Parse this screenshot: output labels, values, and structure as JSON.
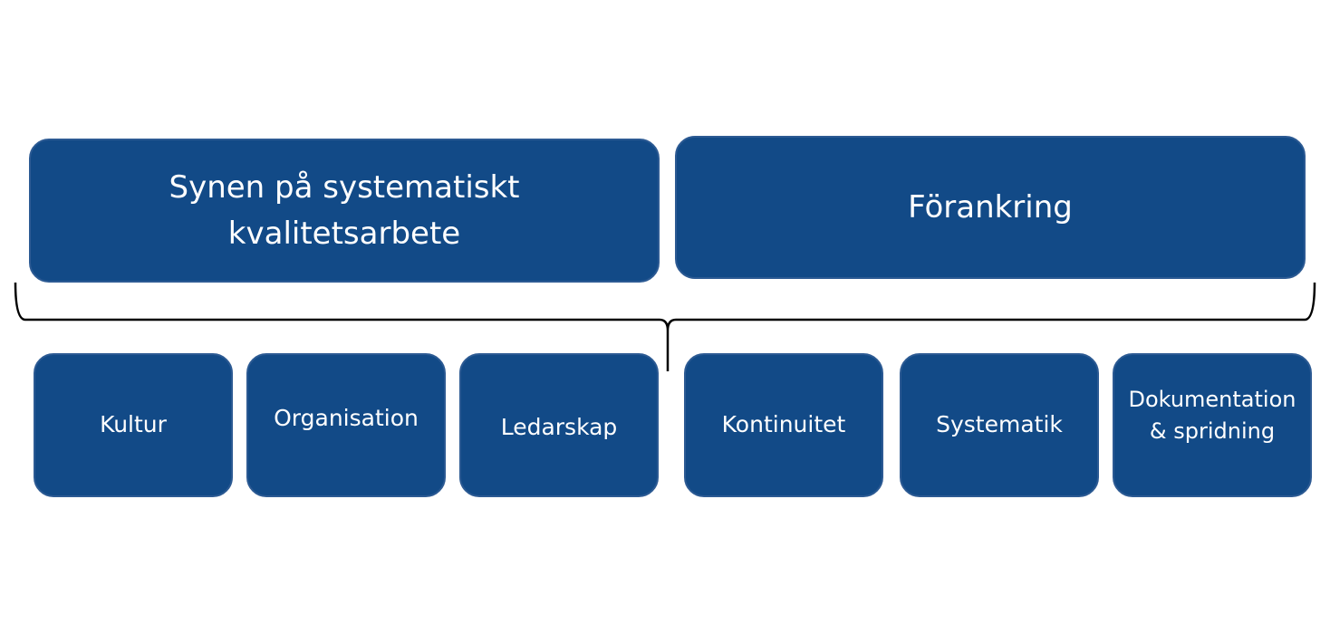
{
  "top_boxes": [
    {
      "label": "Synen på systematiskt kvalitetsarbete"
    },
    {
      "label": "Förankring"
    }
  ],
  "bottom_boxes": [
    {
      "label": "Kultur"
    },
    {
      "label": "Organisation"
    },
    {
      "label": "Ledarskap"
    },
    {
      "label": "Kontinuitet"
    },
    {
      "label": "Systematik"
    },
    {
      "label": "Dokumentation & spridning"
    }
  ],
  "colors": {
    "box_fill": "#124a87",
    "box_text": "#ffffff",
    "brace": "#000000"
  }
}
